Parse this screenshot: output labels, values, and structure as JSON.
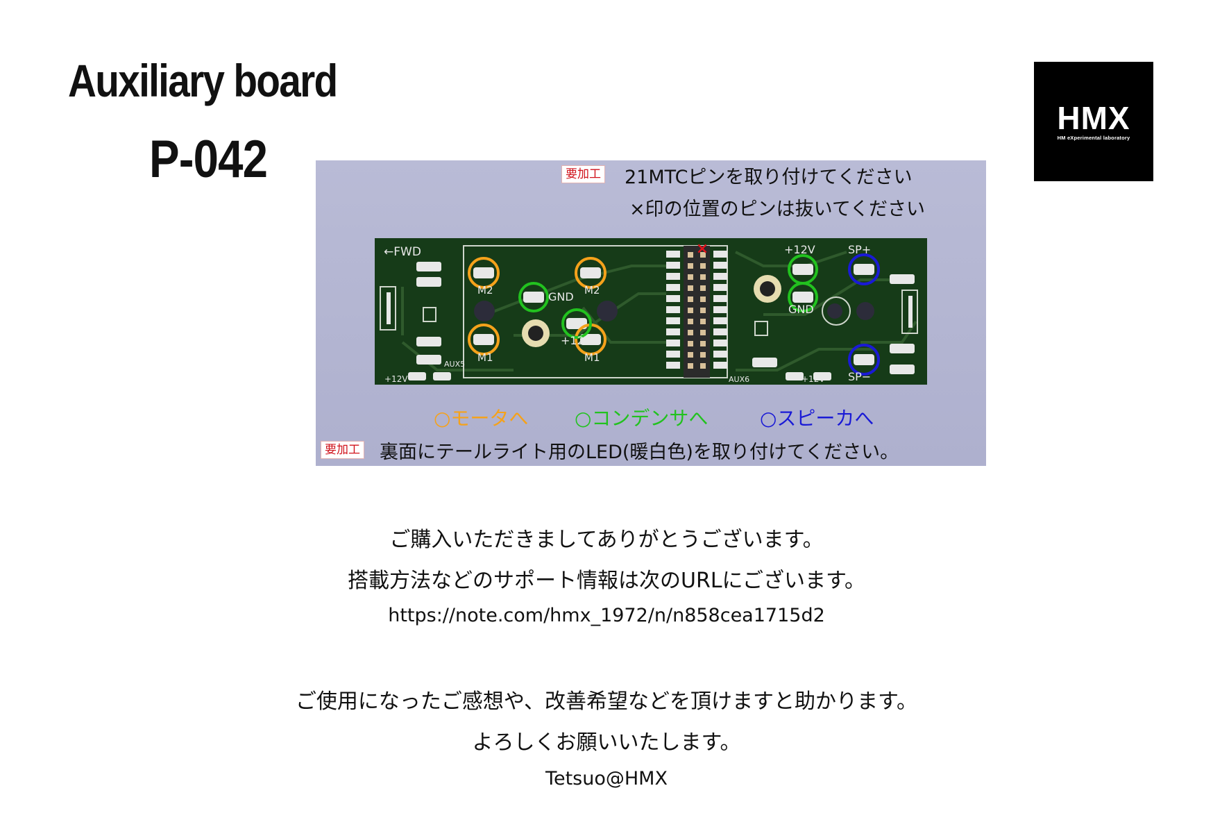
{
  "header": {
    "title": "Auxiliary board",
    "model": "P-042"
  },
  "logo": {
    "main": "HMX",
    "sub": "HM eXperimental laboratory"
  },
  "panel": {
    "tag_label": "要加工",
    "note_top_1": "21MTCピンを取り付けてください",
    "note_top_2": "×印の位置のピンは抜いてください",
    "note_bottom": "裏面にテールライト用のLED(暖白色)を取り付けてください。",
    "legend": [
      {
        "label": "○モータへ",
        "color": "#f5a21b"
      },
      {
        "label": "○コンデンサへ",
        "color": "#22c21f"
      },
      {
        "label": "○スピーカへ",
        "color": "#1a1ad6"
      }
    ],
    "pcb_labels": {
      "fwd": "←FWD",
      "m2": "M2",
      "m1": "M1",
      "gnd": "GND",
      "plus12v": "+12V",
      "aux5": "AUX5",
      "aux6": "AUX6",
      "sp_plus": "SP+",
      "sp_minus": "SP−",
      "x_mark": "×"
    }
  },
  "message": {
    "line1": "ご購入いただきましてありがとうございます。",
    "line2": "搭載方法などのサポート情報は次のURLにございます。",
    "url": "https://note.com/hmx_1972/n/n858cea1715d2",
    "line3": "ご使用になったご感想や、改善希望などを頂けますと助かります。",
    "line4": "よろしくお願いいたします。",
    "signature": "Tetsuo@HMX"
  },
  "colors": {
    "pcb": "#163b18",
    "motor": "#f5a21b",
    "capacitor": "#22c21f",
    "speaker": "#1a1ad6",
    "tag_text": "#d0121b"
  }
}
